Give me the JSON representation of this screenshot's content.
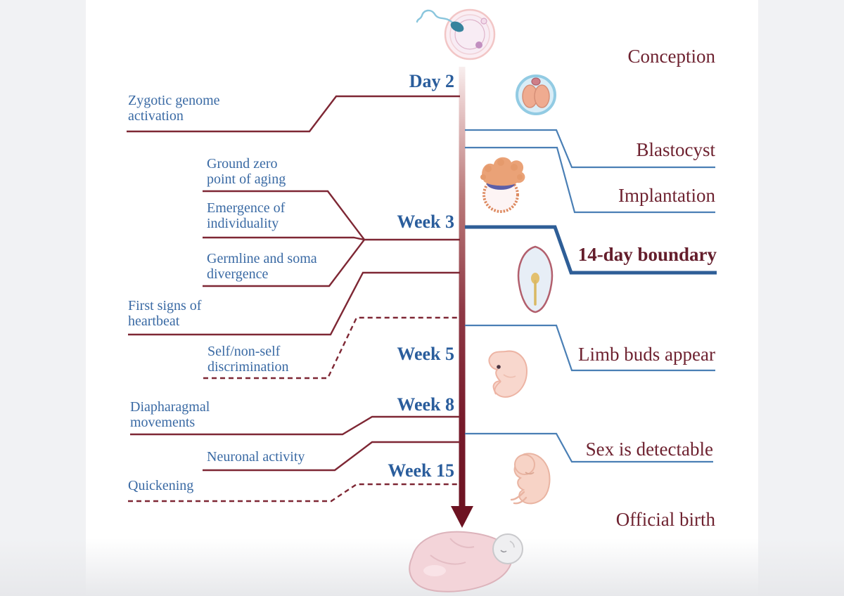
{
  "colors": {
    "margin": "#f1f2f4",
    "blue-label": "#3a6aa4",
    "blue-marker": "#2a5d9c",
    "maroon-label": "#6e2230",
    "maroon-bold": "#641d2b",
    "line-maroon": "#7e2734",
    "line-blue": "#4a7fb5",
    "line-blue-thick": "#2e5e97",
    "timeline-dark": "#6d1322"
  },
  "timeline": {
    "markers": [
      {
        "label": "Day 2"
      },
      {
        "label": "Week 3"
      },
      {
        "label": "Week 5"
      },
      {
        "label": "Week 8"
      },
      {
        "label": "Week 15"
      }
    ]
  },
  "left_events": [
    {
      "label": "Zygotic genome activation",
      "style": "solid"
    },
    {
      "label": "Ground zero point of aging",
      "style": "solid"
    },
    {
      "label": "Emergence of individuality",
      "style": "solid"
    },
    {
      "label": "Germline and soma divergence",
      "style": "solid"
    },
    {
      "label": "First signs of heartbeat",
      "style": "solid"
    },
    {
      "label": "Self/non-self discrimination",
      "style": "dashed"
    },
    {
      "label": "Diapharagmal movements",
      "style": "solid"
    },
    {
      "label": "Neuronal activity",
      "style": "solid"
    },
    {
      "label": "Quickening",
      "style": "dashed"
    }
  ],
  "right_events": [
    {
      "label": "Conception"
    },
    {
      "label": "Blastocyst"
    },
    {
      "label": "Implantation"
    },
    {
      "label": "14-day boundary",
      "emphasis": true
    },
    {
      "label": "Limb buds appear"
    },
    {
      "label": "Sex is detectable"
    },
    {
      "label": "Official birth"
    }
  ],
  "illustrations": [
    "fertilization-egg-and-sperm",
    "two-cell-embryo",
    "implanting-blastocyst",
    "embryonic-disc",
    "week5-embryo",
    "week15-fetus",
    "swaddled-newborn"
  ]
}
